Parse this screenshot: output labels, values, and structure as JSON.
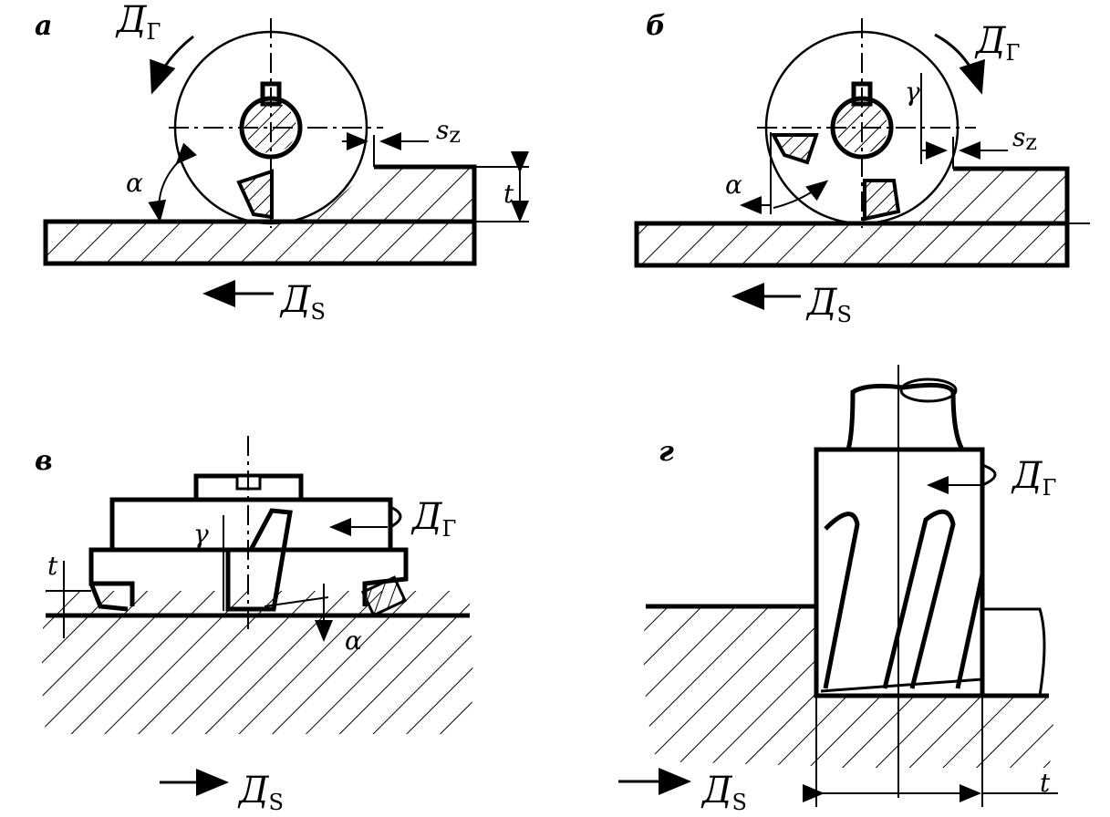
{
  "panels": {
    "a": {
      "letter": "а",
      "rotation_label": "Д",
      "rotation_sub": "Г",
      "feed_label": "Д",
      "feed_sub": "S",
      "sz_label": "s",
      "sz_sub": "z",
      "alpha": "α",
      "depth": "t"
    },
    "b": {
      "letter": "б",
      "rotation_label": "Д",
      "rotation_sub": "Г",
      "feed_label": "Д",
      "feed_sub": "S",
      "sz_label": "s",
      "sz_sub": "z",
      "alpha": "α",
      "gamma": "γ"
    },
    "v": {
      "letter": "в",
      "rotation_label": "Д",
      "rotation_sub": "Г",
      "feed_label": "Д",
      "feed_sub": "S",
      "alpha": "α",
      "gamma": "γ",
      "depth": "t"
    },
    "g": {
      "letter": "г",
      "rotation_label": "Д",
      "rotation_sub": "Г",
      "feed_label": "Д",
      "feed_sub": "S",
      "width": "t"
    }
  }
}
